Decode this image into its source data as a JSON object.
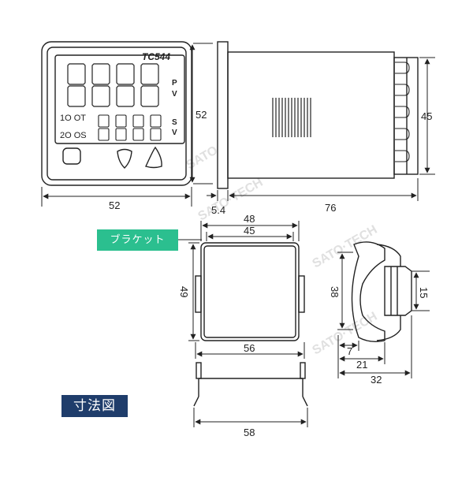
{
  "labels": {
    "model": "TC544",
    "pv_p": "P",
    "pv_v": "V",
    "sv_s": "S",
    "sv_v": "V",
    "ot": "1O OT",
    "os": "2O OS",
    "bracket_label": "ブラケット",
    "dimension_label": "寸法図"
  },
  "dimensions": {
    "front_width": "52",
    "front_height": "52",
    "bezel_depth": "5.4",
    "body_depth": "76",
    "terminal_height": "45",
    "bracket_outer": "48",
    "bracket_inner": "45",
    "bracket_height": "49",
    "bracket_width": "56",
    "bottom_width": "58",
    "side_height": "38",
    "side_tab": "15",
    "side_d7": "7",
    "side_d21": "21",
    "side_d32": "32"
  },
  "colors": {
    "line": "#222222",
    "bracket_label_bg": "#2bbf8f",
    "dimension_label_bg": "#1f3d6b",
    "watermark": "#d8d8d8"
  }
}
